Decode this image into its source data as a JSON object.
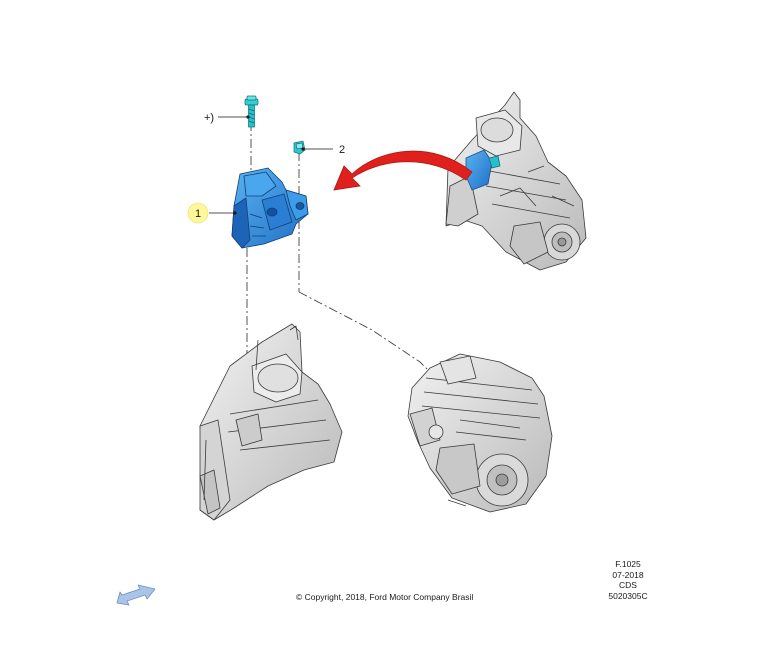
{
  "callouts": [
    {
      "id": "1",
      "label": "1"
    },
    {
      "id": "2",
      "label": "2"
    },
    {
      "id": "plus",
      "label": "+)"
    }
  ],
  "footer": {
    "copyright": "© Copyright, 2018, Ford Motor Company Brasil",
    "ref_lines": [
      "F.1025",
      "07-2018",
      "CDS",
      "5020305C"
    ]
  },
  "icons": {
    "nav_arrow": "previous-page-arrow-icon",
    "transfer_arrow": "curved-red-arrow-icon"
  },
  "colors": {
    "part_blue": "#2f8fe0",
    "part_blue_dark": "#1a62b0",
    "bolt_teal": "#25c0c8",
    "arrow_red": "#e0201c",
    "callout_yellow": "#fff799",
    "nav_arrow_blue": "#a9c4e8",
    "line_gray": "#444444"
  }
}
